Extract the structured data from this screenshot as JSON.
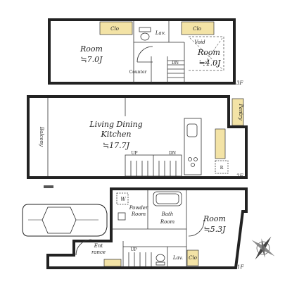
{
  "floors": {
    "f3": {
      "label": "3F",
      "rooms": {
        "room": {
          "name": "Room",
          "size": "≒7.0J"
        },
        "clo_a": "Clo",
        "lav": "Lav.",
        "clo_b": "Clo",
        "void": "Void",
        "room2": {
          "name": "Room",
          "size": "≒4.0J"
        },
        "counter": "Counter",
        "dn": "DN"
      }
    },
    "f2": {
      "label": "2F",
      "rooms": {
        "ldk": {
          "line1": "Living Dining",
          "line2": "Kitchen",
          "size": "≒17.7J"
        },
        "balcony": "Balcony",
        "pantry": "Pantry",
        "up": "UP",
        "dn": "DN",
        "r": "R"
      }
    },
    "f1": {
      "label": "1F",
      "rooms": {
        "w": "W",
        "powder": {
          "line1": "Powder",
          "line2": "Room"
        },
        "bath": {
          "line1": "Bath",
          "line2": "Room"
        },
        "room": {
          "name": "Room",
          "size": "≒5.3J"
        },
        "entrance": {
          "line1": "Ent",
          "line2": "rance"
        },
        "up": "UP",
        "lav": "Lav.",
        "clo": "Clo"
      }
    }
  },
  "colors": {
    "closet": "#f3e3a6",
    "wall": "#222222"
  }
}
